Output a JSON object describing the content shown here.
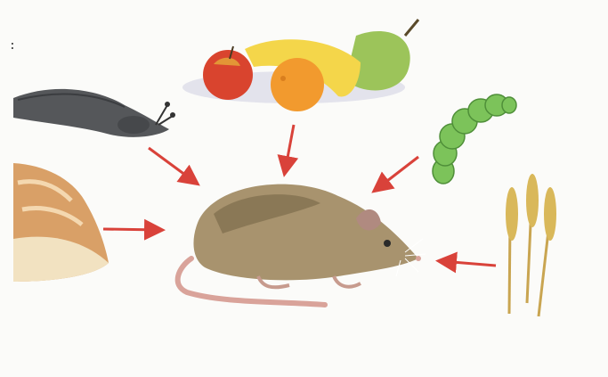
{
  "diagram": {
    "subject": "rat",
    "food_sources": [
      "slug",
      "fruit",
      "caterpillar",
      "bread",
      "grain"
    ],
    "arrow_count": 5,
    "colors": {
      "arrow": "#d9423a",
      "rat_body": "#a8936e",
      "rat_dark": "#7e6c4c",
      "tail": "#d9a39a",
      "slug": "#55575a",
      "caterpillar": "#7cc35a",
      "bread_crust": "#d9a067",
      "bread_crumb": "#f2e2c1",
      "wheat": "#d9b85a",
      "banana": "#f4d64a",
      "orange": "#f29a2e",
      "apple": "#d9442e",
      "pear": "#9cc45a"
    }
  }
}
